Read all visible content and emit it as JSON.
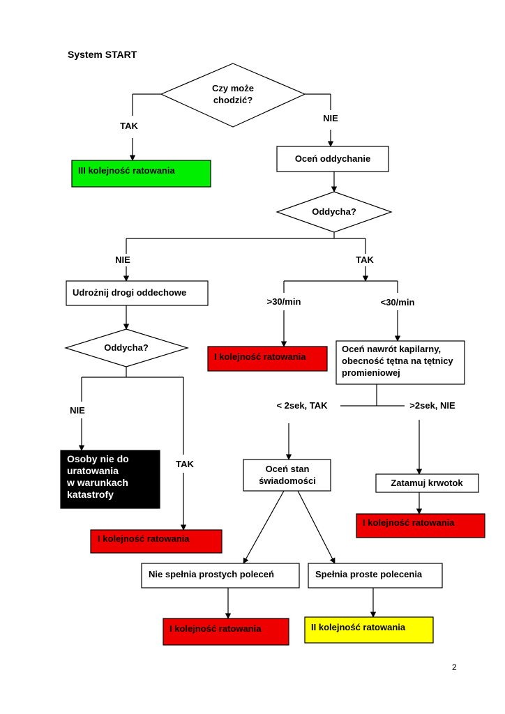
{
  "page": {
    "title": "System START",
    "page_number": "2"
  },
  "colors": {
    "green": "#00ee00",
    "red": "#ee0000",
    "yellow": "#ffff00",
    "black": "#000000"
  },
  "nodes": {
    "walk_q": [
      "Czy może",
      "chodzić?"
    ],
    "walk_yes": "TAK",
    "walk_no": "NIE",
    "third_priority": "III kolejność ratowania",
    "assess_breathing": "Oceń oddychanie",
    "breathing_q": "Oddycha?",
    "breathing_no": "NIE",
    "breathing_yes": "TAK",
    "open_airway": "Udrożnij drogi oddechowe",
    "breathing_q2": "Oddycha?",
    "airway_no": "NIE",
    "airway_yes": "TAK",
    "unsalvageable": [
      "Osoby nie do",
      "uratowania",
      "w warunkach",
      "katastrofy"
    ],
    "first_priority_airway": "I kolejność ratowania",
    "rate_high": ">30/min",
    "rate_low": "<30/min",
    "first_priority_rate": "I kolejność ratowania",
    "assess_circulation": [
      "Oceń nawrót kapilarny,",
      "obecność tętna na tętnicy",
      "promieniowej"
    ],
    "refill_fast": "< 2sek, TAK",
    "refill_slow": ">2sek, NIE",
    "assess_consciousness": [
      "Oceń stan",
      "świadomości"
    ],
    "stop_bleeding": "Zatamuj krwotok",
    "first_priority_bleeding": "I kolejność ratowania",
    "fails_commands": "Nie spełnia prostych poleceń",
    "follows_commands": "Spełnia proste polecenia",
    "first_priority_commands": "I kolejność ratowania",
    "second_priority": "II kolejność ratowania"
  }
}
